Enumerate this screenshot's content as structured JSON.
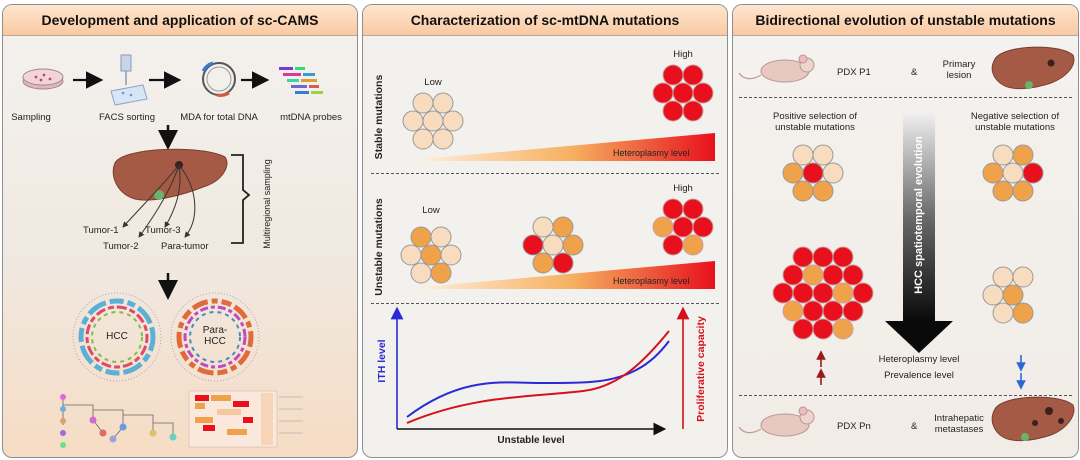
{
  "panels": {
    "development": {
      "title": "Development and application of sc-CAMS",
      "steps": [
        "Sampling",
        "FACS sorting",
        "MDA for total DNA",
        "mtDNA probes"
      ],
      "samples": [
        "Tumor-1",
        "Tumor-3",
        "Tumor-2",
        "Para-tumor"
      ],
      "multiregional_label": "Multiregional sampling",
      "circos_labels": [
        "HCC",
        "Para-HCC"
      ]
    },
    "characterization": {
      "title": "Characterization of sc-mtDNA mutations",
      "stable": {
        "row_label": "Stable mutations",
        "low_label": "Low",
        "high_label": "High",
        "gradient_label": "Heteroplasmy level"
      },
      "unstable": {
        "row_label": "Unstable mutations",
        "low_label": "Low",
        "high_label": "High",
        "gradient_label": "Heteroplasmy level"
      },
      "plot": {
        "ylabel_left": "ITH level",
        "ylabel_right": "Proliferative capacity",
        "xlabel": "Unstable level"
      }
    },
    "evolution": {
      "title": "Bidirectional evolution of unstable mutations",
      "top_row": {
        "left": "PDX P1",
        "amp": "&",
        "right": "Primary lesion"
      },
      "positive_label": "Positive selection of unstable mutations",
      "negative_label": "Negative selection of unstable mutations",
      "arrow_label": "HCC spatiotemporal evolution",
      "heteroplasmy_label": "Heteroplasmy level",
      "prevalence_label": "Prevalence level",
      "bottom_row": {
        "left": "PDX Pn",
        "amp": "&",
        "right": "Intrahepatic metastases"
      }
    }
  },
  "colors": {
    "low": "#f8dcc0",
    "mid": "#f0a24a",
    "high": "#e8101c",
    "ith_line": "#2a2ad6",
    "prolif_line": "#d4101a",
    "liver": "#a55a45"
  },
  "icons": [
    "petri-dish-icon",
    "sorter-icon",
    "dna-circle-icon",
    "probes-icon",
    "liver-icon",
    "mouse-icon",
    "tree-icon",
    "heatmap-icon"
  ]
}
